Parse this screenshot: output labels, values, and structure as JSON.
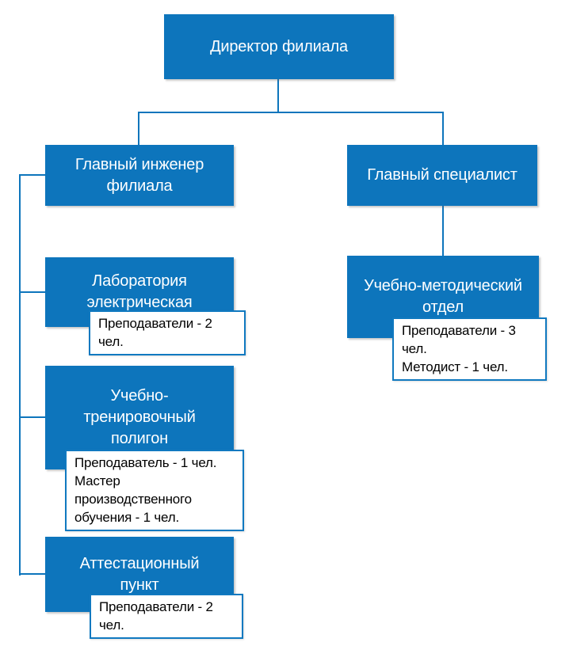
{
  "diagram": {
    "type": "org-chart",
    "colors": {
      "node_fill": "#0d75bc",
      "node_text": "#ffffff",
      "connector": "#0d75bc",
      "note_background": "#ffffff",
      "note_border": "#1079c0",
      "note_text": "#000000",
      "background": "#ffffff"
    },
    "nodes": {
      "director": {
        "label": "Директор филиала",
        "parent": null
      },
      "chief_engineer": {
        "label": "Главный инженер\nфилиала",
        "parent": "director"
      },
      "chief_specialist": {
        "label": "Главный специалист",
        "parent": "director"
      },
      "lab_electrical": {
        "label": "Лаборатория\nэлектрическая",
        "parent": "chief_engineer",
        "note": "Преподаватели - 2 чел."
      },
      "training_polygon": {
        "label": "Учебно-\nтренировочный\nполигон",
        "parent": "chief_engineer",
        "note": "Преподаватель - 1 чел.\nМастер производственного\nобучения - 1 чел."
      },
      "attestation_point": {
        "label": "Аттестационный\nпункт",
        "parent": "chief_engineer",
        "note": "Преподаватели - 2 чел."
      },
      "methodical_dept": {
        "label": "Учебно-методический\nотдел",
        "parent": "chief_specialist",
        "note": "Преподаватели - 3 чел.\nМетодист - 1 чел."
      }
    }
  }
}
